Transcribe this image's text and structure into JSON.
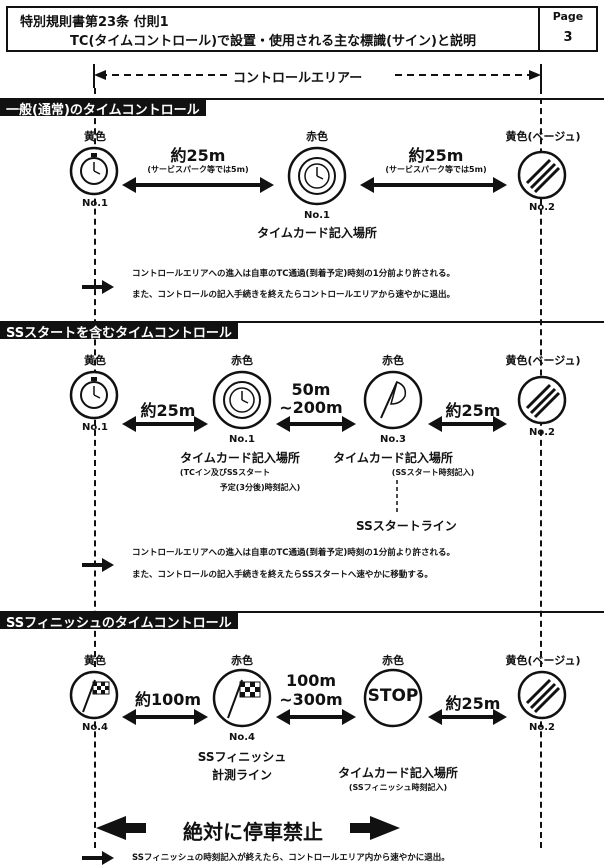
{
  "header": {
    "title1": "特別規則書第23条 付則1",
    "title2": "TC(タイムコントロール)で設置・使用される主な標識(サイン)と説明",
    "page_label": "Page",
    "page_number": "3"
  },
  "control_area_label": "コントロールエリアー",
  "sections": [
    {
      "title": "一般(通常)のタイムコントロール",
      "sign1": {
        "color": "黄色",
        "no": "No.1"
      },
      "dist1": {
        "main": "約25m",
        "sub": "(サービスパーク等では5m)"
      },
      "sign2": {
        "color": "赤色",
        "no": "No.1",
        "caption": "タイムカード記入場所"
      },
      "dist2": {
        "main": "約25m",
        "sub": "(サービスパーク等では5m)"
      },
      "sign3": {
        "color": "黄色(ベージュ)",
        "no": "No.2"
      },
      "note1": "コントロールエリアへの進入は自車のTC通過(到着予定)時刻の1分前より許される。",
      "note2": "また、コントロールの記入手続きを終えたらコントロールエリアから速やかに退出。"
    },
    {
      "title": "SSスタートを含むタイムコントロール",
      "sign1": {
        "color": "黄色",
        "no": "No.1"
      },
      "dist1": "約25m",
      "sign2": {
        "color": "赤色",
        "no": "No.1",
        "caption": "タイムカード記入場所",
        "sub1": "(TCイン及びSSスタート",
        "sub2": "予定(3分後)時刻記入)"
      },
      "dist2a": "50m",
      "dist2b": "~200m",
      "sign3": {
        "color": "赤色",
        "no": "No.3",
        "caption": "タイムカード記入場所",
        "sub": "(SSスタート時刻記入)"
      },
      "dist3": "約25m",
      "sign4": {
        "color": "黄色(ベージュ)",
        "no": "No.2"
      },
      "ss_line": "SSスタートライン",
      "note1": "コントロールエリアへの進入は自車のTC通過(到着予定)時刻の1分前より許される。",
      "note2": "また、コントロールの記入手続きを終えたらSSスタートへ速やかに移動する。"
    },
    {
      "title": "SSフィニッシュのタイムコントロール",
      "sign1": {
        "color": "黄色",
        "no": "No.4"
      },
      "dist1": "約100m",
      "sign2": {
        "color": "赤色",
        "no": "No.4",
        "caption1": "SSフィニッシュ",
        "caption2": "計測ライン"
      },
      "dist2a": "100m",
      "dist2b": "~300m",
      "sign3": {
        "color": "赤色",
        "stop": "STOP",
        "caption": "タイムカード記入場所",
        "sub": "(SSフィニッシュ時刻記入)"
      },
      "dist3": "約25m",
      "sign4": {
        "color": "黄色(ベージュ)",
        "no": "No.2"
      },
      "no_stop": "絶対に停車禁止",
      "note1": "SSフィニッシュの時刻記入が終えたら、コントロールエリア内から速やかに退出。"
    }
  ]
}
